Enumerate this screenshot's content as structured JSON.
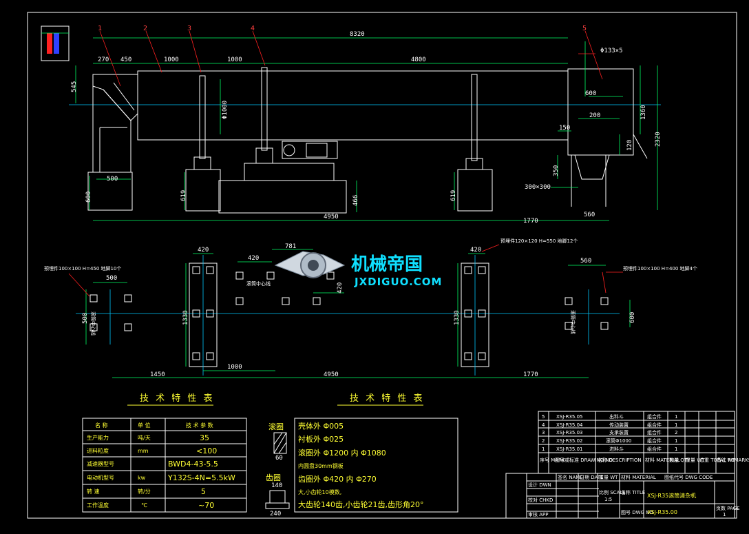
{
  "title_block": {
    "drawing_title": "XSJ-R35滚筒清杂机",
    "drawing_no": "XSJ-R35.00",
    "scale": "1:5",
    "sheet": "1",
    "labels": {
      "designed": "设计 DWN",
      "checked": "校对 CHKD",
      "name": "签名 NAME",
      "date": "日期 DATE",
      "approved": "审核 APP",
      "material": "材料 MATERIAL",
      "scale": "比例 SCALE",
      "title": "名称 TITLE",
      "drawing_no": "图号 DWG NO",
      "page": "页数 PAGE",
      "code": "图纸代号 DWG CODE",
      "weight": "重量 WT"
    }
  },
  "parts_list": {
    "headers": [
      "序号 MARK",
      "图号或标准 DRAWING NO.",
      "名称 DESCRIPTION",
      "材料 MATERIAL",
      "数量 QTY",
      "重量 WT",
      "总重 TOTAL WT",
      "备注 REMARKS"
    ],
    "rows": [
      {
        "mark": "5",
        "code": "XSJ-R35.05",
        "name": "出料斗",
        "note": "组合件",
        "qty": "1"
      },
      {
        "mark": "4",
        "code": "XSJ-R35.04",
        "name": "传动装置",
        "note": "组合件",
        "qty": "1"
      },
      {
        "mark": "3",
        "code": "XSJ-R35.03",
        "name": "支承装置",
        "note": "组合件",
        "qty": "2"
      },
      {
        "mark": "2",
        "code": "XSJ-R35.02",
        "name": "滚筒Φ1000",
        "note": "组合件",
        "qty": "1"
      },
      {
        "mark": "1",
        "code": "XSJ-R35.01",
        "name": "进料斗",
        "note": "组合件",
        "qty": "1"
      }
    ]
  },
  "spec_table_left": {
    "title": "技 术 特 性 表",
    "headers": [
      "名 称",
      "单 位",
      "技 术 参 数"
    ],
    "rows": [
      {
        "name": "生产能力",
        "unit": "吨/天",
        "value": "35"
      },
      {
        "name": "进料粒度",
        "unit": "mm",
        "value": "<100"
      },
      {
        "name": "减速器型号",
        "unit": "",
        "value": "BWD4-43-5.5"
      },
      {
        "name": "电动机型号",
        "unit": "kw",
        "value": "Y132S-4N=5.5kW"
      },
      {
        "name": "转 速",
        "unit": "转/分",
        "value": "5"
      },
      {
        "name": "工作温度",
        "unit": "℃",
        "value": "~70"
      }
    ]
  },
  "spec_table_right": {
    "title": "技 术 特 性 表",
    "lines": [
      "壳体外 Φ005",
      "衬板外 Φ025",
      "滚圈外 Φ1200 内 Φ1080",
      "内圆盘30mm钢板",
      "齿圈外 Φ420 内 Φ270",
      "大,小齿轮10模数,",
      "大齿轮140齿,小齿轮21齿,齿形角20°"
    ]
  },
  "sections": {
    "roller_ring_label": "滚圈",
    "gear_ring_label": "齿圈",
    "roller_dim": "60",
    "gear_dims": [
      "140",
      "240"
    ]
  },
  "elevation": {
    "balloons": [
      "1",
      "2",
      "3",
      "4",
      "5"
    ],
    "dims_top": [
      "8320",
      "270",
      "450",
      "1000",
      "1000",
      "4800",
      "Φ133×5"
    ],
    "dims_side": [
      "545",
      "Φ1000",
      "600",
      "619",
      "466",
      "619",
      "1360",
      "2320",
      "120",
      "350"
    ],
    "dims_misc": [
      "500",
      "600",
      "200",
      "150",
      "300×300",
      "560"
    ],
    "dims_bottom": [
      "4950",
      "1770"
    ]
  },
  "plan": {
    "dims_top": [
      "420",
      "420",
      "781",
      "420",
      "560",
      "500"
    ],
    "dims_side": [
      "500",
      "1330",
      "420",
      "1330",
      "600"
    ],
    "dims_bottom": [
      "1450",
      "1000",
      "4950",
      "1770"
    ],
    "notes": [
      "预埋件100×100 H=450 地脚10个",
      "预埋件120×120 H=550 地脚12个",
      "预埋件100×100 H=400 地脚4个"
    ],
    "axis_labels": [
      "滚筒中心线",
      "滚筒中心线",
      "滚筒中心线"
    ]
  },
  "watermark": {
    "cn": "机械帝国",
    "en": "JXDIGUO.COM"
  }
}
